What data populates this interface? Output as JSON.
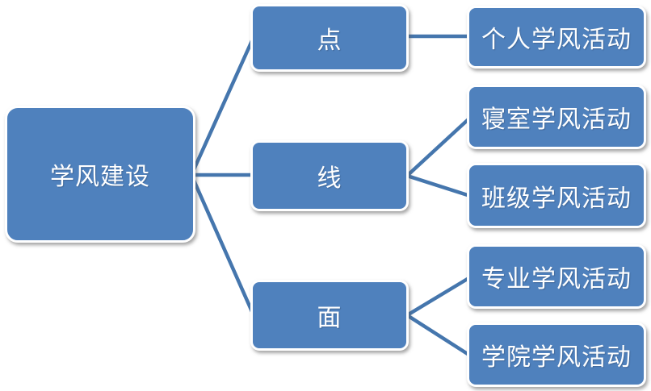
{
  "diagram": {
    "nodes": {
      "root": {
        "label": "学风建设"
      },
      "branches": [
        {
          "label": "点"
        },
        {
          "label": "线"
        },
        {
          "label": "面"
        }
      ],
      "leaves": [
        {
          "label": "个人学风活动",
          "parent": "点"
        },
        {
          "label": "寝室学风活动",
          "parent": "线"
        },
        {
          "label": "班级学风活动",
          "parent": "线"
        },
        {
          "label": "专业学风活动",
          "parent": "面"
        },
        {
          "label": "学院学风活动",
          "parent": "面"
        }
      ]
    },
    "edges": [
      {
        "from": "学风建设",
        "to": "点"
      },
      {
        "from": "学风建设",
        "to": "线"
      },
      {
        "from": "学风建设",
        "to": "面"
      },
      {
        "from": "点",
        "to": "个人学风活动"
      },
      {
        "from": "线",
        "to": "寝室学风活动"
      },
      {
        "from": "线",
        "to": "班级学风活动"
      },
      {
        "from": "面",
        "to": "专业学风活动"
      },
      {
        "from": "面",
        "to": "学院学风活动"
      }
    ],
    "colors": {
      "box_fill": "#4f81bd",
      "box_border": "#ffffff",
      "connector": "#4576ad",
      "text": "#ffffff",
      "background": "#ffffff"
    }
  }
}
